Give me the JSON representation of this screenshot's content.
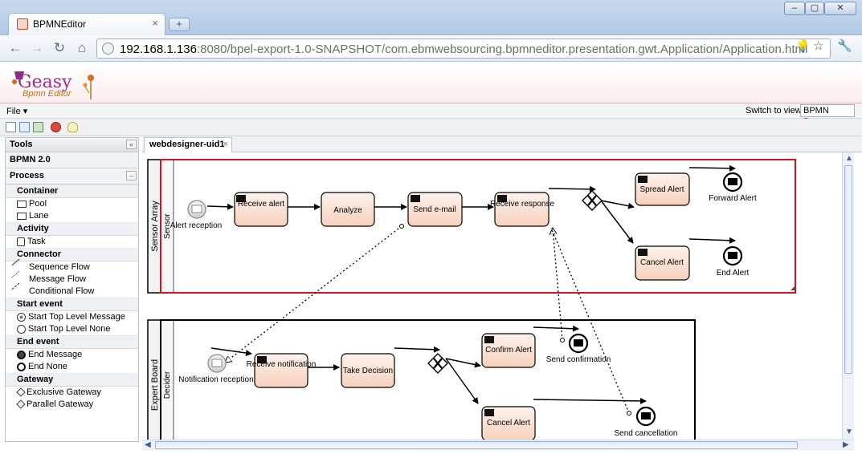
{
  "browser": {
    "tab_title": "BPMNEditor",
    "url_host": "192.168.1.136",
    "url_path": ":8080/bpel-export-1.0-SNAPSHOT/com.ebmwebsourcing.bpmneditor.presentation.gwt.Application/Application.html"
  },
  "app": {
    "logo_word": "Geasy",
    "logo_sub": "Bpmn Editor",
    "menu_file": "File ▾",
    "switch_label": "Switch to view:",
    "switch_value": "BPMN Process"
  },
  "tools": {
    "header": "Tools",
    "bpmn": "BPMN 2.0",
    "process": "Process",
    "sections": [
      {
        "title": "Container",
        "items": [
          {
            "label": "Pool",
            "icon": "pool-icon"
          },
          {
            "label": "Lane",
            "icon": "lane-icon"
          }
        ]
      },
      {
        "title": "Activity",
        "items": [
          {
            "label": "Task",
            "icon": "task-icon"
          }
        ]
      },
      {
        "title": "Connector",
        "items": [
          {
            "label": "Sequence Flow",
            "icon": "sequence-flow-icon"
          },
          {
            "label": "Message Flow",
            "icon": "message-flow-icon"
          },
          {
            "label": "Conditional Flow",
            "icon": "conditional-flow-icon"
          }
        ]
      },
      {
        "title": "Start event",
        "items": [
          {
            "label": "Start Top Level Message",
            "icon": "start-message-icon"
          },
          {
            "label": "Start Top Level None",
            "icon": "start-none-icon"
          }
        ]
      },
      {
        "title": "End event",
        "items": [
          {
            "label": "End Message",
            "icon": "end-message-icon"
          },
          {
            "label": "End None",
            "icon": "end-none-icon"
          }
        ]
      },
      {
        "title": "Gateway",
        "items": [
          {
            "label": "Exclusive Gateway",
            "icon": "exclusive-gateway-icon"
          },
          {
            "label": "Parallel Gateway",
            "icon": "parallel-gateway-icon"
          }
        ]
      }
    ]
  },
  "editor": {
    "tab_label": "webdesigner-uid1",
    "pools": [
      {
        "name": "Sensor Array",
        "lane": "Sensor"
      },
      {
        "name": "Expert Board",
        "lane": "Decider"
      }
    ],
    "tasks_pool1": [
      "Receive alert",
      "Analyze",
      "Send e-mail",
      "Receive response",
      "Spread Alert",
      "Cancel Alert"
    ],
    "events_pool1": [
      "Alert reception",
      "Forward Alert",
      "End Alert"
    ],
    "tasks_pool2": [
      "Receive notification",
      "Take Decision",
      "Confirm Alert",
      "Cancel Alert"
    ],
    "events_pool2": [
      "Notification reception",
      "Send confirmation",
      "Send cancellation"
    ]
  }
}
